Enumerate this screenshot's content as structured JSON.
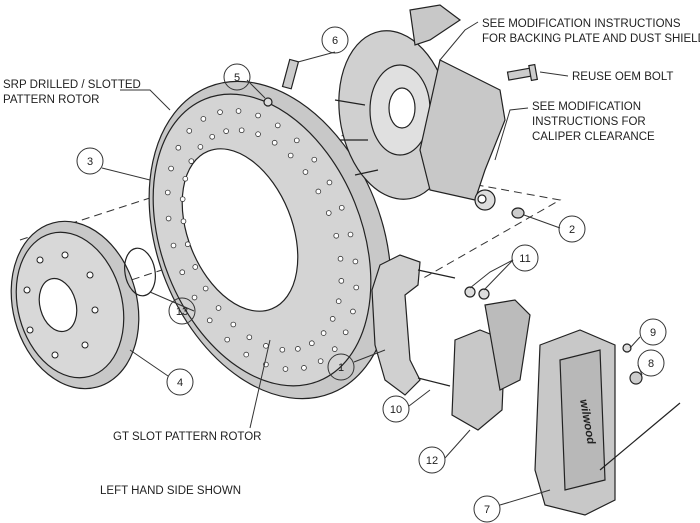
{
  "labels": {
    "srp_rotor_line1": "SRP DRILLED / SLOTTED",
    "srp_rotor_line2": "PATTERN ROTOR",
    "gt_rotor": "GT SLOT PATTERN ROTOR",
    "side_note": "LEFT HAND SIDE SHOWN",
    "backing_line1": "SEE MODIFICATION INSTRUCTIONS",
    "backing_line2": "FOR BACKING PLATE AND DUST SHIELD",
    "oem_bolt": "REUSE OEM BOLT",
    "caliper_line1": "SEE MODIFICATION",
    "caliper_line2": "INSTRUCTIONS FOR",
    "caliper_line3": "CALIPER CLEARANCE",
    "logo": "wilwood"
  },
  "callouts": [
    "1",
    "2",
    "3",
    "4",
    "5",
    "6",
    "7",
    "8",
    "9",
    "10",
    "11",
    "12",
    "13"
  ],
  "colors": {
    "part_fill": "#c8c8c8",
    "line": "#222222"
  }
}
